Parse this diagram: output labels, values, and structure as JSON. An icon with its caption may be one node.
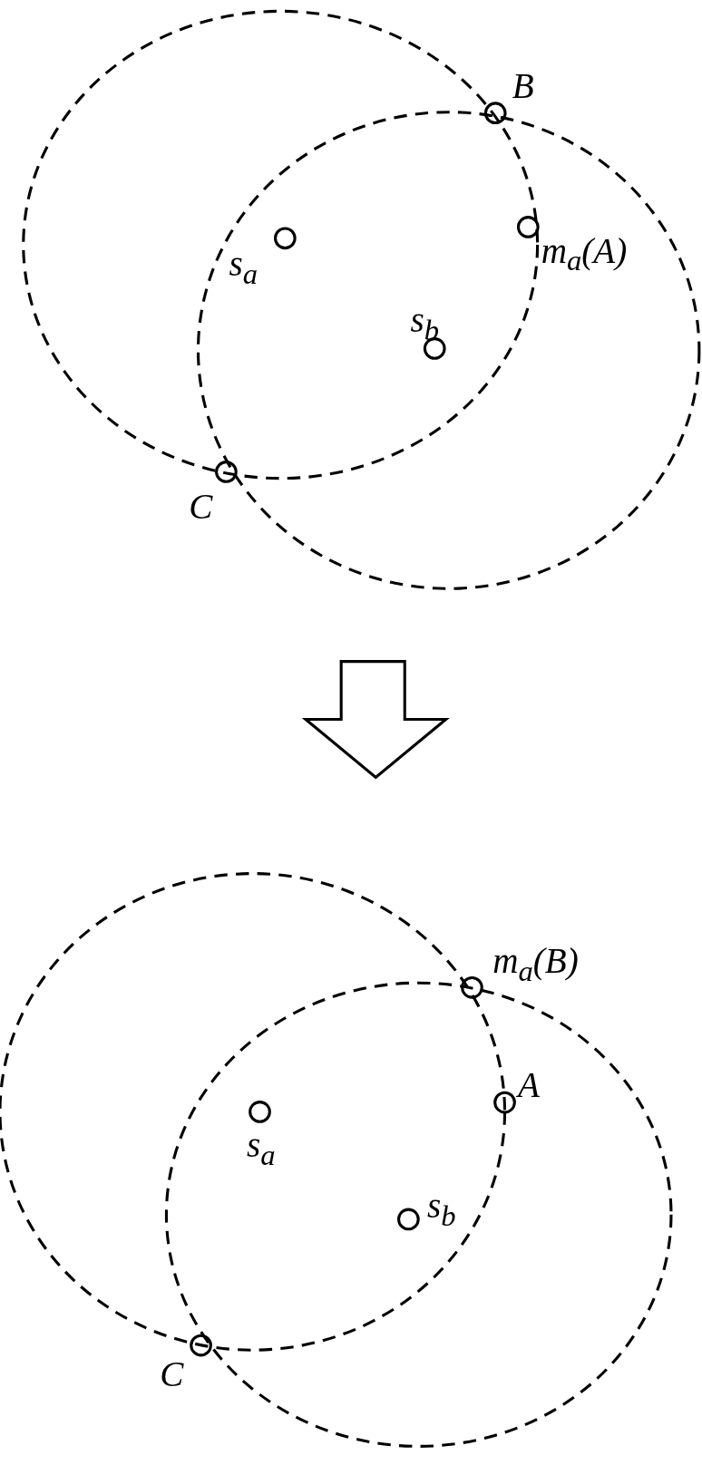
{
  "diagram": {
    "nodes": [
      {
        "text": [],
        "shape": "circle",
        "beside": [
          "B"
        ]
      },
      {
        "text": [],
        "shape": "circle",
        "beside": [
          "s$_{a}$"
        ]
      },
      {
        "text": [],
        "shape": "circle",
        "beside": [
          "m$_{a}$(A)"
        ]
      },
      {
        "text": [],
        "shape": "circle",
        "beside": [
          "s$_{b}$"
        ]
      },
      {
        "text": [],
        "shape": "circle",
        "beside": [
          "C"
        ]
      },
      {
        "text": [],
        "shape": "circle",
        "beside": [
          "m$_{a}$(B)"
        ]
      },
      {
        "text": [],
        "shape": "circle",
        "beside": [
          "A"
        ]
      },
      {
        "text": [],
        "shape": "circle",
        "beside": [
          "s$_{a}$"
        ]
      },
      {
        "text": [],
        "shape": "circle",
        "beside": [
          "s$_{b}$"
        ]
      },
      {
        "text": [],
        "shape": "circle",
        "beside": [
          "C"
        ]
      }
    ]
  }
}
